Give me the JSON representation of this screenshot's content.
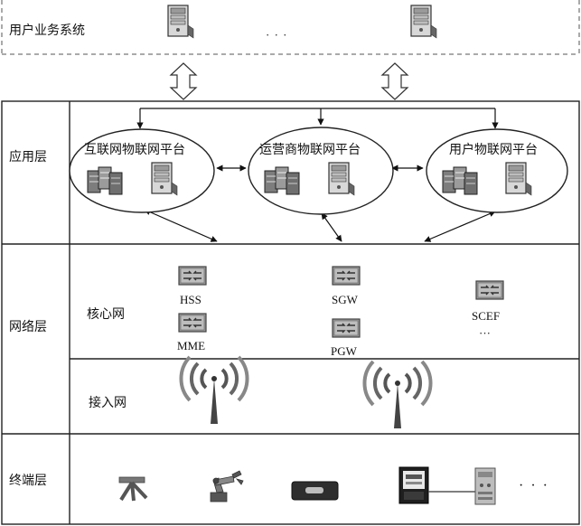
{
  "business": {
    "label": "用户业务系统",
    "ellipsis": "· · ·"
  },
  "layers": {
    "application": "应用层",
    "network": "网络层",
    "terminal": "终端层"
  },
  "platforms": [
    {
      "label": "互联网物联网平台"
    },
    {
      "label": "运营商物联网平台"
    },
    {
      "label": "用户物联网平台"
    }
  ],
  "network": {
    "core_label": "核心网",
    "access_label": "接入网",
    "nodes": {
      "hss": "HSS",
      "mme": "MME",
      "sgw": "SGW",
      "pgw": "PGW",
      "scef": "SCEF",
      "more": "···"
    }
  },
  "terminal": {
    "ellipsis": "· · ·"
  },
  "icon_names": [
    "server-icon",
    "rack-server-icon",
    "router-icon",
    "antenna-icon",
    "survey-tripod-icon",
    "robot-arm-icon",
    "sensor-module-icon",
    "electric-meter-icon",
    "control-panel-icon",
    "double-arrow-icon"
  ],
  "colors": {
    "border": "#222222",
    "dashed": "#555555",
    "icon_gray": "#8a8a8a",
    "icon_dark": "#333333"
  }
}
